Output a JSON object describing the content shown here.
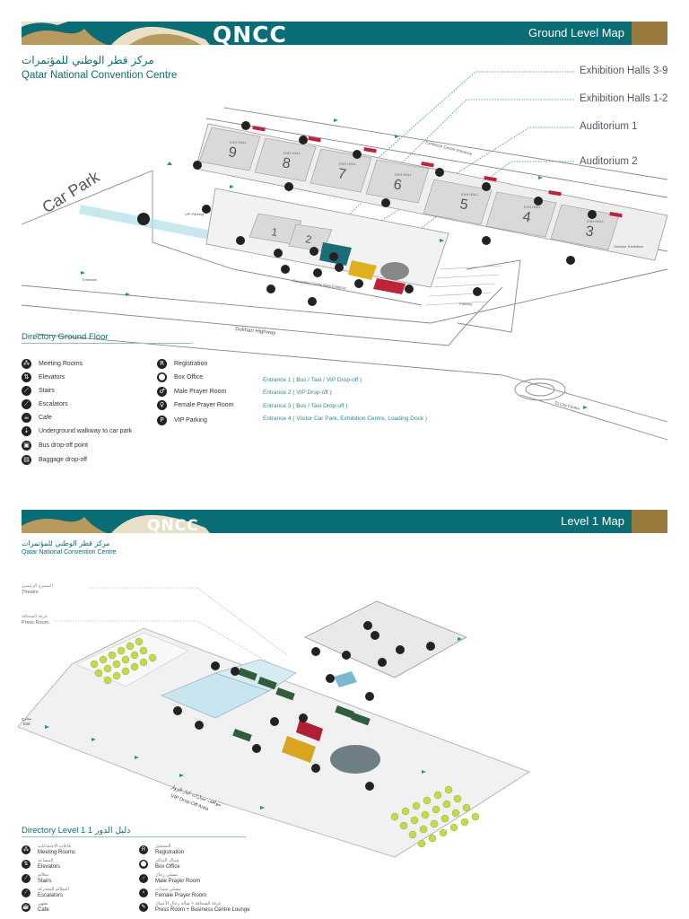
{
  "brand": {
    "logo_text": "QNCC",
    "arabic_name": "مركز قطر الوطني للمؤتمرات",
    "english_name": "Qatar National Convention Centre"
  },
  "colors": {
    "teal": "#0a6c74",
    "gold": "#9b7a3d",
    "red": "#c0223b",
    "hall": "#d9d9d9"
  },
  "ground": {
    "title": "Ground Level Map",
    "callouts": [
      "Exhibition Halls 3-9",
      "Exhibition Halls 1-2",
      "Auditorium 1",
      "Auditorium 2"
    ],
    "map_labels": {
      "car_park": "Car Park",
      "dukhan_highway": "Dukhan Highway",
      "exhibition_centre_entrance": "Exhibition Centre Entrance",
      "convention_centre_main_entrance": "Convention Centre Main Entrance",
      "to_city_centre": "To City Centre",
      "vip_parking": "VIP Parking",
      "parking": "Parking",
      "outdoor_exhibition": "Outdoor Exhibition",
      "entrance": "Entrance",
      "hall_abbrev": "EXH HALL",
      "halls": [
        "9",
        "8",
        "7",
        "6",
        "5",
        "4",
        "3",
        "1",
        "2"
      ]
    },
    "directory_title": "Directory Ground Floor",
    "legend_left": [
      {
        "icon": "meeting-rooms-icon",
        "symbol": "⁂",
        "label": "Meeting Rooms"
      },
      {
        "icon": "elevators-icon",
        "symbol": "⇅",
        "label": "Elevators"
      },
      {
        "icon": "stairs-icon",
        "symbol": "⟋",
        "label": "Stairs"
      },
      {
        "icon": "escalators-icon",
        "symbol": "⟋",
        "label": "Escalators"
      },
      {
        "icon": "cafe-icon",
        "symbol": "☕",
        "label": "Cafe"
      },
      {
        "icon": "underground-walkway-icon",
        "symbol": "⇣",
        "label": "Underground walkway to car park"
      },
      {
        "icon": "bus-icon",
        "symbol": "▣",
        "label": "Bus drop-off point"
      },
      {
        "icon": "baggage-icon",
        "symbol": "▤",
        "label": "Baggage drop-off"
      }
    ],
    "legend_right": [
      {
        "icon": "registration-icon",
        "symbol": "R",
        "label": "Registration"
      },
      {
        "icon": "box-office-icon",
        "symbol": "⬤",
        "label": "Box Office"
      },
      {
        "icon": "male-prayer-icon",
        "symbol": "♂",
        "label": "Male Prayer Room"
      },
      {
        "icon": "female-prayer-icon",
        "symbol": "♀",
        "label": "Female Prayer Room"
      },
      {
        "icon": "vip-parking-icon",
        "symbol": "P",
        "label": "VIP Parking"
      }
    ],
    "entrances": [
      "Entrance 1 ( Bus / Taxi / VIP Drop-off )",
      "Entrance 2 ( VIP Drop-off )",
      "Entrance 3 ( Bus / Taxi Drop-off )",
      "Entrance 4 ( Visitor Car Park, Exhibition Centre, Loading Dock )"
    ]
  },
  "level1": {
    "title": "Level 1 Map",
    "side_labels": [
      {
        "ar": "المسرح الرئيسي",
        "en": "Theatre"
      },
      {
        "ar": "غرفة الصحافة",
        "en": "Press Room"
      }
    ],
    "map_labels": {
      "vip_drop_off_ar": "مواقف سيارات كبار الزوار",
      "vip_drop_off": "VIP Drop-Off Area",
      "exit_ar": "مخرج",
      "exit": "Exit"
    },
    "directory_title": "Directory Level 1",
    "directory_title_ar": "دليل الدور 1",
    "legend_left": [
      {
        "icon": "meeting-rooms-icon",
        "symbol": "⁂",
        "ar": "قاعات الاجتماعات",
        "en": "Meeting Rooms"
      },
      {
        "icon": "elevators-icon",
        "symbol": "⇅",
        "ar": "المصاعد",
        "en": "Elevators"
      },
      {
        "icon": "stairs-icon",
        "symbol": "⟋",
        "ar": "سلالم",
        "en": "Stairs"
      },
      {
        "icon": "escalators-icon",
        "symbol": "⟋",
        "ar": "السلالم المتحركة",
        "en": "Escalators"
      },
      {
        "icon": "cafe-icon",
        "symbol": "☕",
        "ar": "مقهى",
        "en": "Cafe"
      }
    ],
    "legend_right": [
      {
        "icon": "registration-icon",
        "symbol": "R",
        "ar": "التسجيل",
        "en": "Registration"
      },
      {
        "icon": "box-office-icon",
        "symbol": "⬤",
        "ar": "شباك التذاكر",
        "en": "Box Office"
      },
      {
        "icon": "male-prayer-icon",
        "symbol": "♂",
        "ar": "مصلى رجال",
        "en": "Male Prayer Room"
      },
      {
        "icon": "female-prayer-icon",
        "symbol": "♀",
        "ar": "مصلى سيدات",
        "en": "Female Prayer Room"
      },
      {
        "icon": "press-room-icon",
        "symbol": "✎",
        "ar": "غرفة الصحافة + صالة رجال الأعمال",
        "en": "Press Room + Business Centre Lounge"
      }
    ]
  }
}
